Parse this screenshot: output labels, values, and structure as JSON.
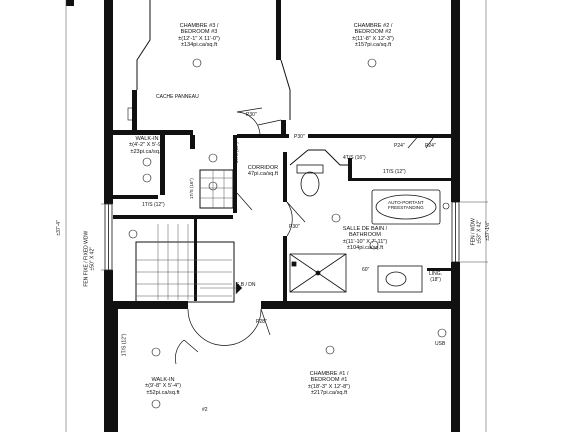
{
  "rooms": {
    "chambre3": {
      "name": "CHAMBRE #3 /",
      "name2": "BEDROOM #3",
      "dims": "±(12'-1\" X 11'-0\")",
      "area": "±134pi.ca/sq.ft"
    },
    "chambre2": {
      "name": "CHAMBRE #2 /",
      "name2": "BEDROOM #2",
      "dims": "±(11'-8\" X 12'-3\")",
      "area": "±157pi.ca/sq.ft"
    },
    "walkin_top": {
      "name": "WALK-IN",
      "dims": "±(4'-2\" X 5'-9\")",
      "area": "±23pi.ca/sq.ft"
    },
    "corridor": {
      "name": "CORRIDOR",
      "area": "47pi.ca/sq.ft"
    },
    "sdb": {
      "name": "SALLE DE BAIN /",
      "name2": "BATHROOM",
      "dims": "±(11'-10\" X 7'-11\")",
      "area": "±104pi.ca/sq.ft"
    },
    "chambre1": {
      "name": "CHAMBRE #1 /",
      "name2": "BEDROOM #1",
      "dims": "±(18'-3\" X 12'-8\")",
      "area": "±217pi.ca/sq.ft"
    },
    "walkin_bottom": {
      "name": "WALK-IN",
      "dims": "±(9'-8\" X 5'-4\")",
      "area": "±52pi.ca/sq.ft"
    }
  },
  "labels": {
    "cache_panneau": "CACHE PANNEAU",
    "p30_left": "P30\"",
    "p30_hall": "P30\"",
    "p24_a": "P24\"",
    "p24_b": "P24\"",
    "p30_bath": "P30\"",
    "p28": "P28\"",
    "ts16": "4T/S (16\")",
    "ts12_bath": "1T/S (12\")",
    "ts12_stair": "1T/S (12\")",
    "ts12_bottom": "1T/S (12\")",
    "ts15": "3T/S (15\")",
    "ts16_mid": "1T/S (16\")",
    "tub_1": "AUTO-PORTANT",
    "tub_2": "FREESTANDING",
    "vanity": "60\"",
    "ling_1": "LING.",
    "ling_2": "(18\")",
    "eb_dn": "E.B / DN",
    "usb": "USB",
    "num2": "#2",
    "fen_right_1": "FEN / WDW",
    "fen_right_2": "±53\" X 42\"",
    "dim_right": "±37'-1½\"",
    "fen_left_1": "FEN FIXE / FIXED WDW",
    "fen_left_2": "±50\" X 42\"",
    "dim_left": "±37'-4\""
  }
}
